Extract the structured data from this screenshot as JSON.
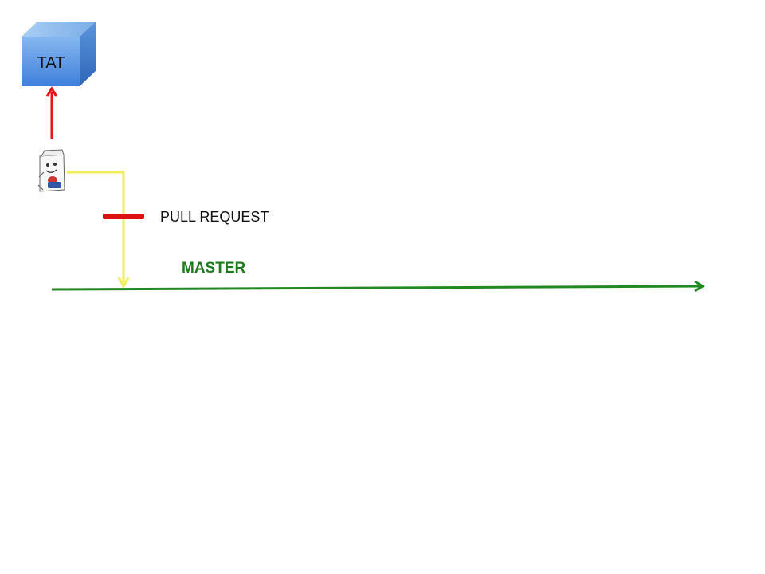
{
  "box": {
    "label": "TAT"
  },
  "pull_request": {
    "label": "PULL REQUEST"
  },
  "branch": {
    "label": "MASTER"
  },
  "colors": {
    "box_top": "#7fb2e8",
    "box_front": "#4f8ee0",
    "box_side": "#3a74c4",
    "red": "#ee0000",
    "yellow": "#f0ec50",
    "green": "#1f7f1f",
    "label_text": "#111111",
    "branch_text": "#1e7a1e"
  },
  "icons": {
    "developer": "developer-figure-icon"
  }
}
